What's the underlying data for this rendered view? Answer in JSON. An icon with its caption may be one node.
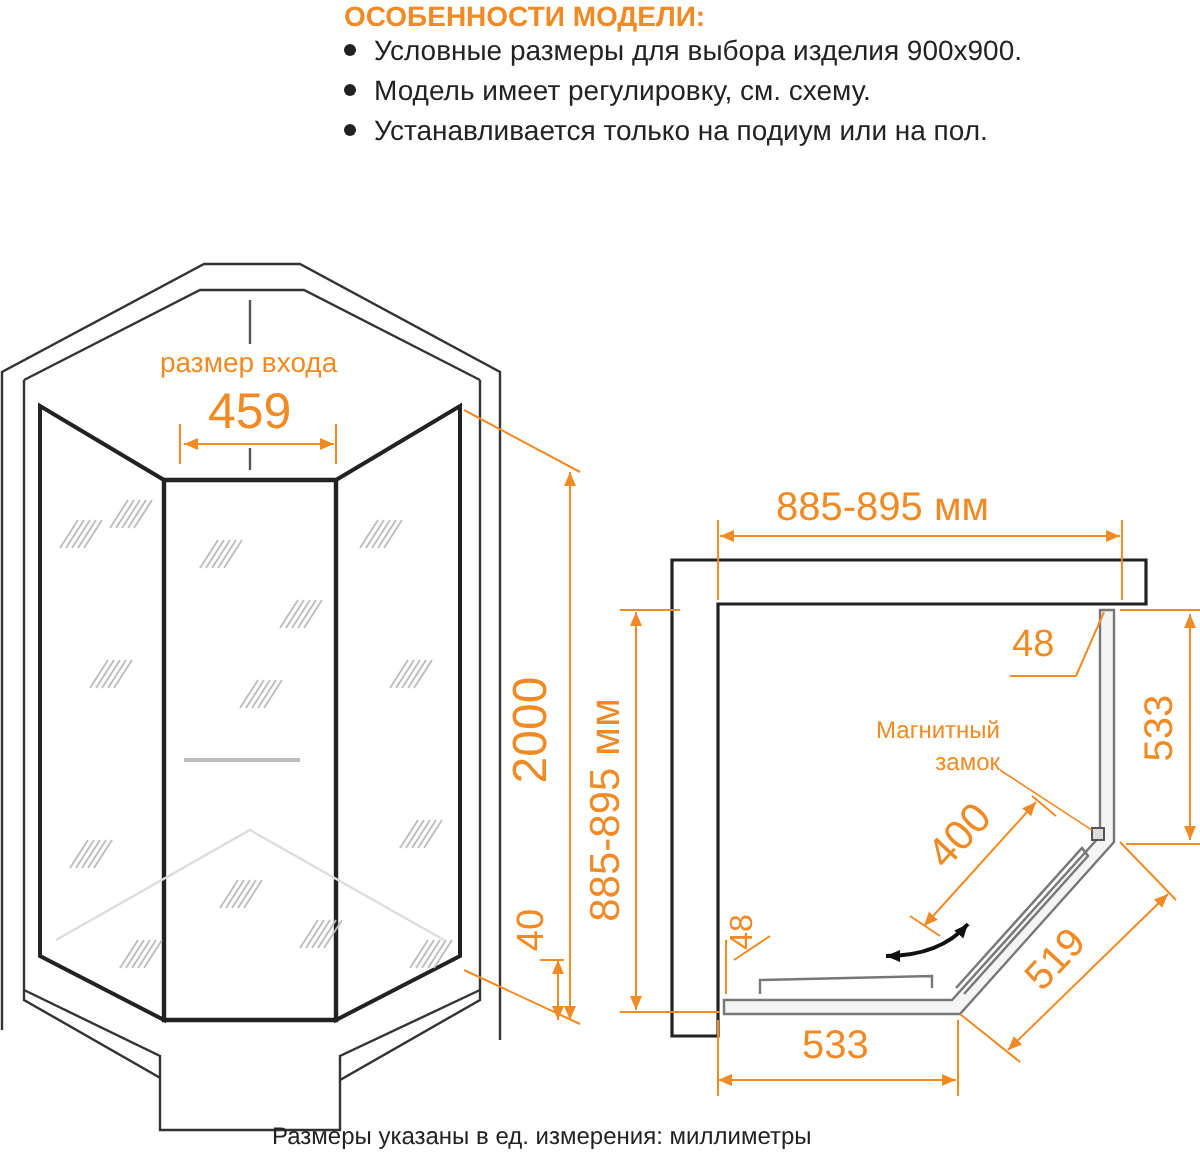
{
  "diagram": {
    "title": "ОСОБЕННОСТИ МОДЕЛИ:",
    "caption": "Размеры указаны в ед. измерения: миллиметры",
    "nodes": [
      {
        "text": [
          "Магнитный замок"
        ]
      },
      {
        "text": [],
        "shape": "box"
      }
    ],
    "edges": [
      {
        "from": 0,
        "to": 1,
        "arrow": "none"
      }
    ],
    "labels": [
      "Условные размеры для выбора изделия 900х900.",
      "Модель имеет регулировку, см. схему.",
      "Устанавливается только на подиум или на пол.",
      "размер входа",
      "459",
      "885-895 мм",
      "2000",
      "48",
      "533",
      "885-895 мм",
      "400",
      "40",
      "48",
      "519",
      "533"
    ]
  }
}
